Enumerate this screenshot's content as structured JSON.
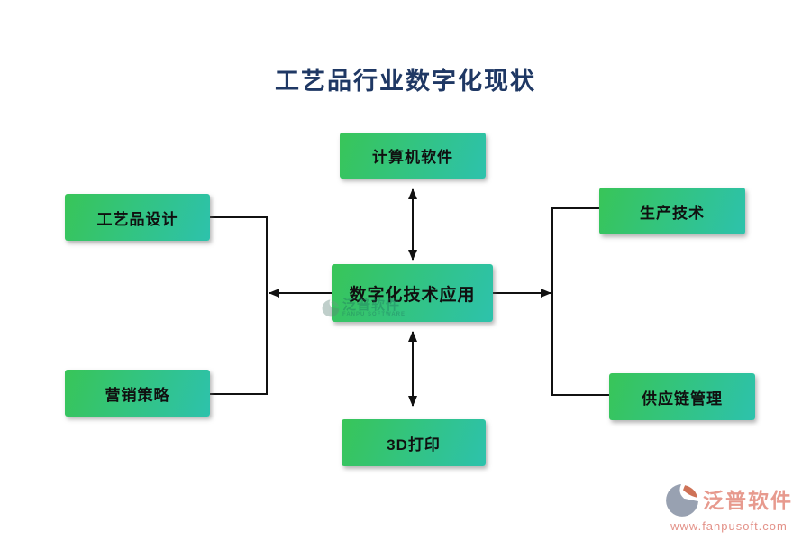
{
  "title": {
    "text": "工艺品行业数字化现状"
  },
  "diagram": {
    "center": "数字化技术应用",
    "top": "计算机软件",
    "bottom": "3D打印",
    "left_top": "工艺品设计",
    "left_bottom": "营销策略",
    "right_top": "生产技术",
    "right_bottom": "供应链管理"
  },
  "inner_watermark": {
    "name": "泛普软件",
    "subtitle": "FANPU SOFTWARE"
  },
  "footer_watermark": {
    "name": "泛普软件",
    "url": "www.fanpusoft.com"
  },
  "style": {
    "title_color": "#1F3864",
    "node_gradient_start": "#38C558",
    "node_gradient_end": "#2DC2AC",
    "node_text_color": "#101010",
    "connector_color": "#111111",
    "inner_watermark_color": "#1F6F5F",
    "watermark_name_color": "#E79A8E",
    "watermark_url_color": "#E39188",
    "logo_gray": "#98A1B1",
    "logo_orange": "#CE7257"
  }
}
